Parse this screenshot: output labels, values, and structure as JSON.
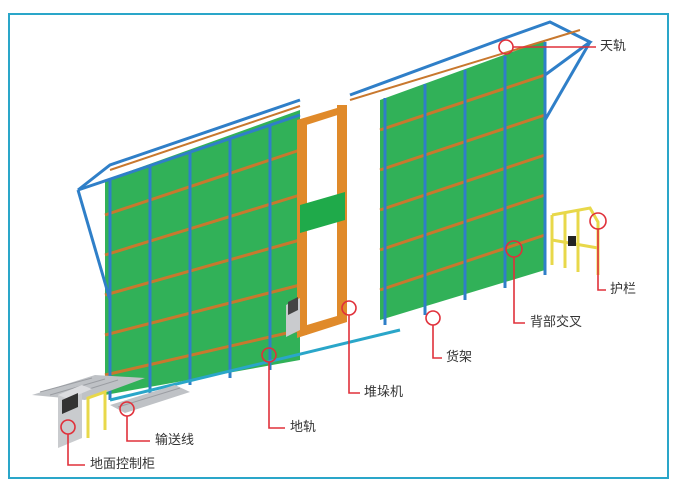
{
  "diagram": {
    "subject": "automated storage and retrieval warehouse",
    "frame_color": "#2aa6c9",
    "callout_color": "#e0303a",
    "colors": {
      "rack_frame": "#2f7fc8",
      "beam": "#c8782e",
      "pallet_goods": "#1faa4a",
      "stacker_crane": "#e08a2a",
      "guardrail": "#e8d84a",
      "floor_rail": "#2aa6c9",
      "control_cabinet": "#c9cbce"
    },
    "labels": [
      {
        "id": "top-rail",
        "text": "天轨"
      },
      {
        "id": "guardrail",
        "text": "护栏"
      },
      {
        "id": "back-bracing",
        "text": "背部交叉"
      },
      {
        "id": "rack",
        "text": "货架"
      },
      {
        "id": "stacker-crane",
        "text": "堆垛机"
      },
      {
        "id": "floor-rail",
        "text": "地轨"
      },
      {
        "id": "conveyor",
        "text": "输送线"
      },
      {
        "id": "floor-control-cabinet",
        "text": "地面控制柜"
      }
    ]
  }
}
